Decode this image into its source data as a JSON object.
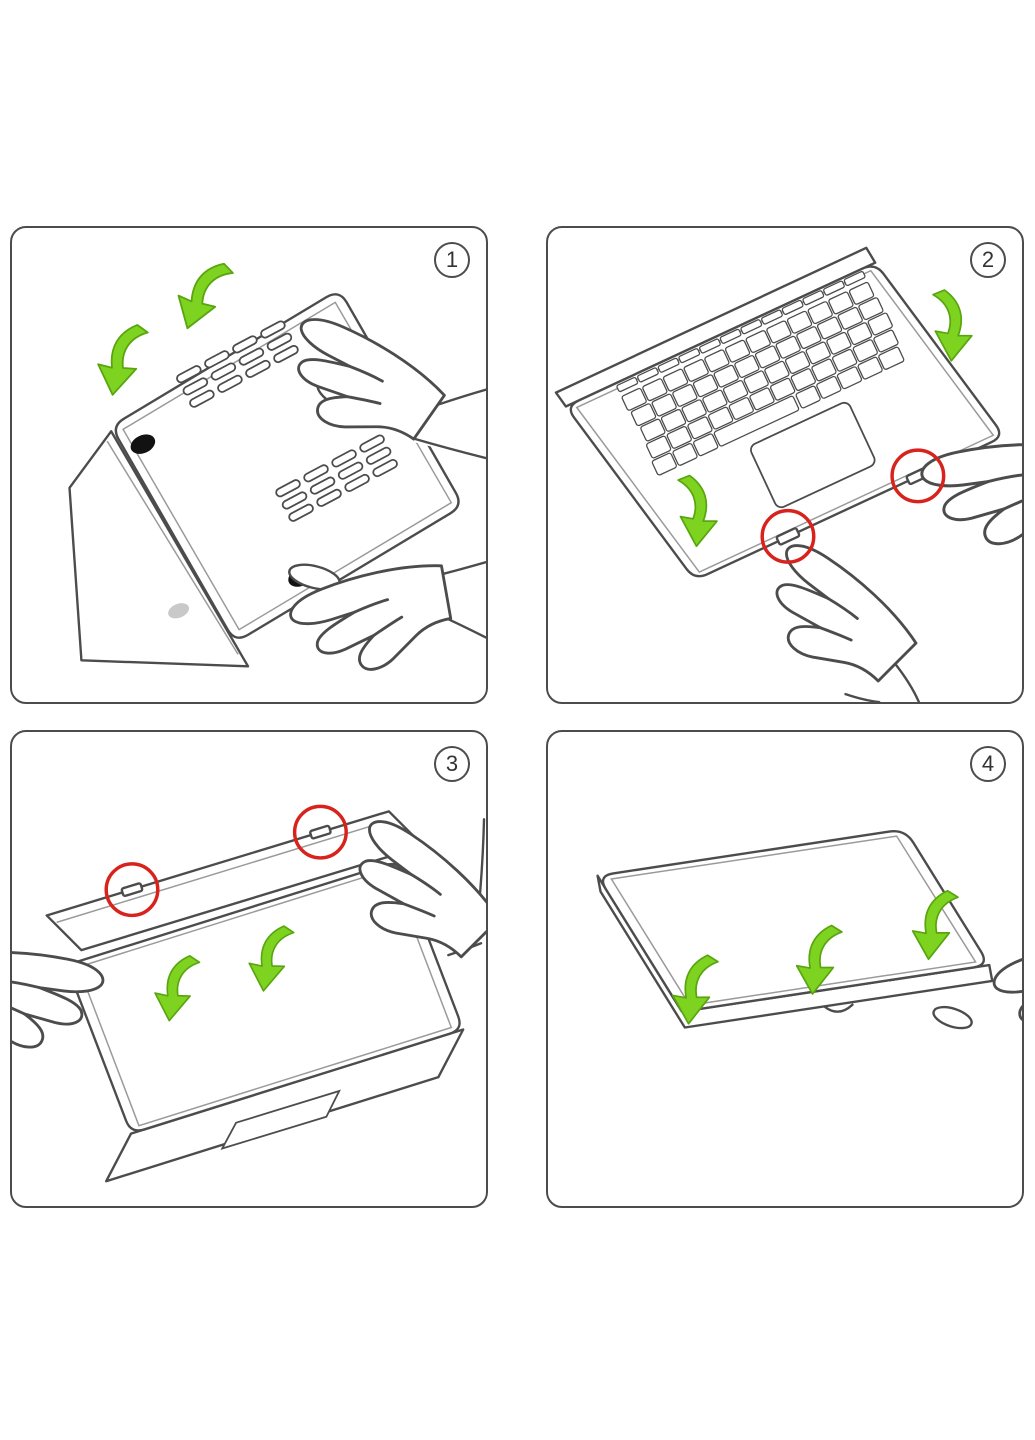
{
  "colors": {
    "line": "#4c4c4c",
    "line-light": "#9a9a9a",
    "green": "#7ed321",
    "green-dark": "#58a50d",
    "red": "#d8231d",
    "foot": "#121212",
    "badge-text": "#333333"
  },
  "panels": [
    {
      "number": "1"
    },
    {
      "number": "2"
    },
    {
      "number": "3"
    },
    {
      "number": "4"
    }
  ]
}
